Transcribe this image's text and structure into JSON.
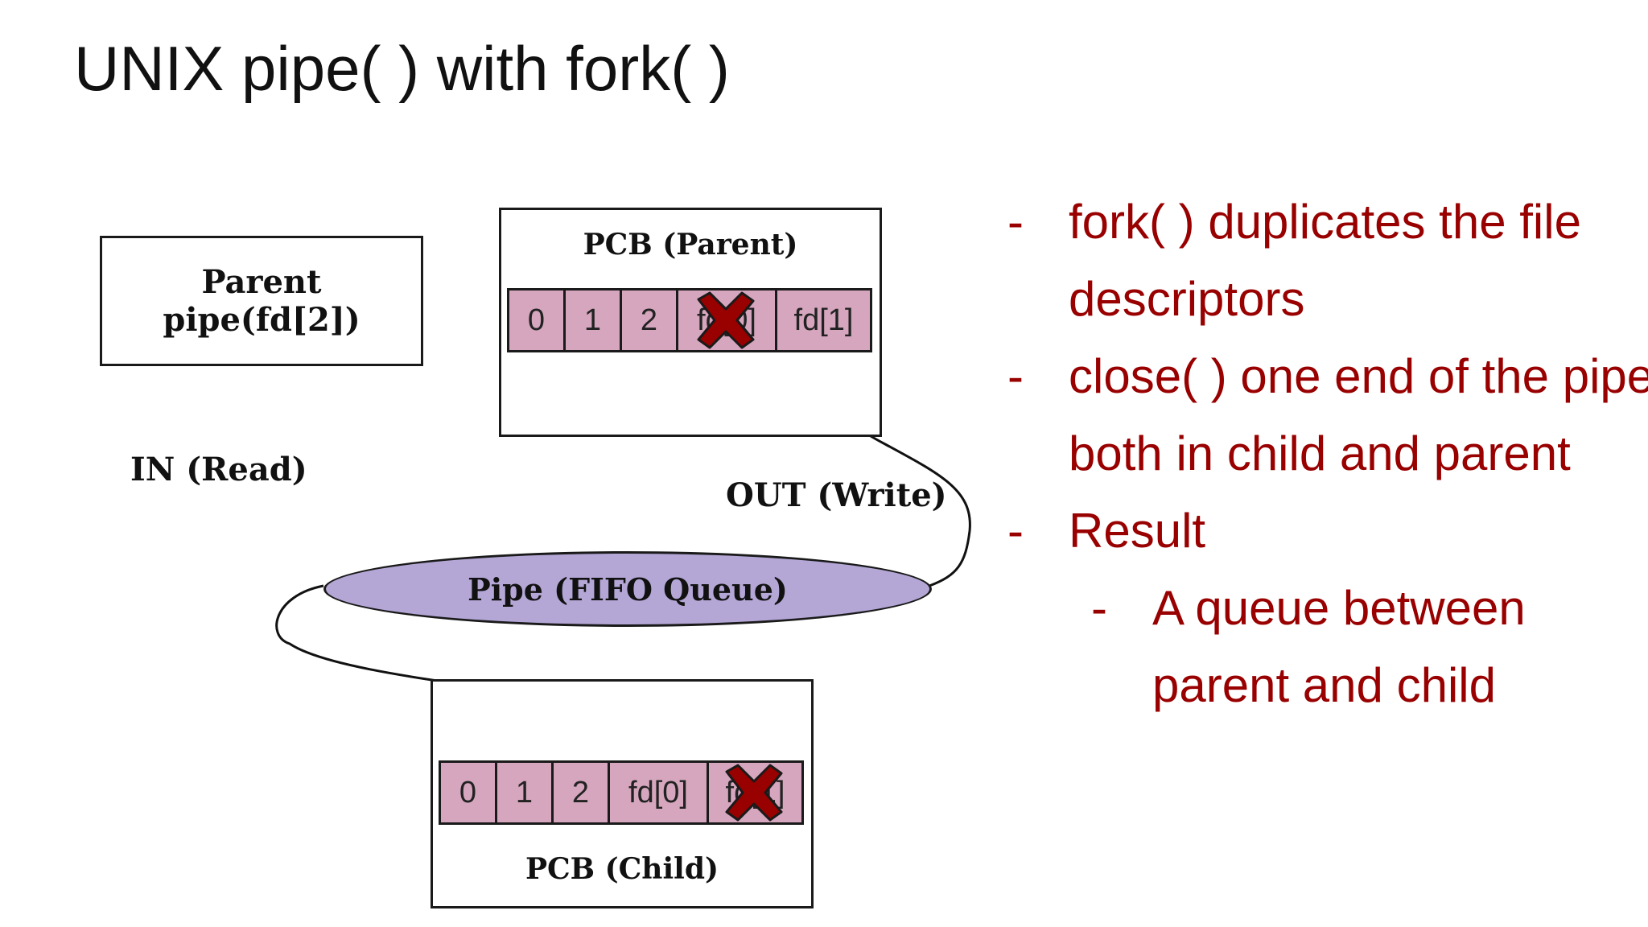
{
  "title": "UNIX pipe( ) with fork( )",
  "parent_box": {
    "line1": "Parent",
    "line2": "pipe(fd[2])"
  },
  "pcb_parent": {
    "label": "PCB (Parent)",
    "cells": [
      "0",
      "1",
      "2",
      "fd[0]",
      "fd[1]"
    ],
    "closed_cell": "fd[0]"
  },
  "pcb_child": {
    "label": "PCB (Child)",
    "cells": [
      "0",
      "1",
      "2",
      "fd[0]",
      "fd[1]"
    ],
    "closed_cell": "fd[1]"
  },
  "in_label": "IN (Read)",
  "out_label": "OUT (Write)",
  "pipe_label": "Pipe (FIFO Queue)",
  "bullets": {
    "dash": "-",
    "b1_line1": "fork( ) duplicates the file",
    "b1_line2": "descriptors",
    "b2_line1": "close( ) one end of the pipe,",
    "b2_line2": "both  in child and parent",
    "b3": "Result",
    "sub1_line1": "A queue between",
    "sub1_line2": "parent and child"
  },
  "colors": {
    "cell_fill": "#d5a6bd",
    "pipe_fill": "#b4a7d6",
    "x_mark": "#990000",
    "bullet_text": "#990000"
  }
}
